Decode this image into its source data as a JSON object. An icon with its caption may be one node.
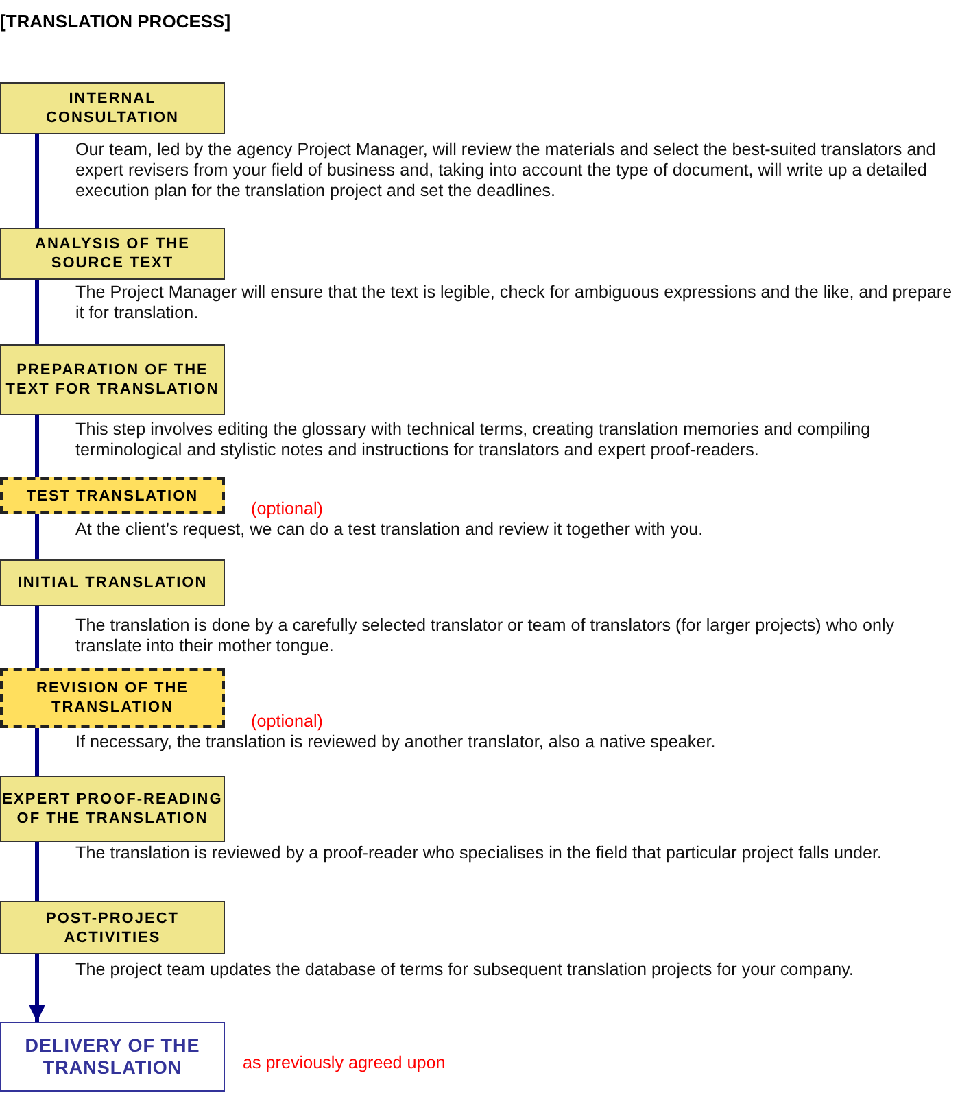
{
  "diagram": {
    "title": "[TRANSLATION PROCESS]",
    "nodes": [
      {
        "text": [
          "INTERNAL CONSULTATION"
        ],
        "beside": [
          "Our team, led by the agency Project Manager, will review the materials and select the best-suited translators and expert revisers from your field of business and, taking into account the type of document, will write up a detailed execution plan for the translation project and set the deadlines."
        ]
      },
      {
        "text": [
          "ANALYSIS OF THE SOURCE TEXT"
        ],
        "beside": [
          "The Project Manager will ensure that the text is legible, check for ambiguous expressions and the like, and prepare it for translation."
        ]
      },
      {
        "text": [
          "PREPARATION OF THE TEXT FOR TRANSLATION"
        ],
        "beside": [
          "This step involves editing the glossary with technical terms, creating translation memories and compiling terminological and stylistic notes and instructions for translators and expert proof-readers."
        ]
      },
      {
        "text": [
          "TEST TRANSLATION"
        ],
        "beside": [
          "(optional)",
          "At the client’s request, we can do a test translation and review it together with you."
        ]
      },
      {
        "text": [
          "INITIAL TRANSLATION"
        ],
        "beside": [
          "The translation is done by a carefully selected translator or team of translators (for larger projects) who only translate into their mother tongue."
        ]
      },
      {
        "text": [
          "REVISION OF THE TRANSLATION"
        ],
        "beside": [
          "(optional)",
          "If necessary, the translation is reviewed by another translator, also a native speaker."
        ]
      },
      {
        "text": [
          "EXPERT PROOF-READING OF THE TRANSLATION"
        ],
        "beside": [
          "The translation is reviewed by a proof-reader who specialises in the field that particular project falls under."
        ]
      },
      {
        "text": [
          "POST-PROJECT ACTIVITIES"
        ],
        "beside": [
          "The project team updates the database of terms for subsequent translation projects for your company."
        ]
      },
      {
        "text": [
          "DELIVERY OF THE TRANSLATION"
        ],
        "beside": [
          "as previously agreed upon"
        ]
      }
    ],
    "edges": [
      {
        "from": 0,
        "to": 1,
        "arrow": "none"
      },
      {
        "from": 1,
        "to": 2,
        "arrow": "none"
      },
      {
        "from": 2,
        "to": 3,
        "arrow": "none"
      },
      {
        "from": 3,
        "to": 4,
        "arrow": "none"
      },
      {
        "from": 4,
        "to": 5,
        "arrow": "none"
      },
      {
        "from": 5,
        "to": 6,
        "arrow": "none"
      },
      {
        "from": 6,
        "to": 7,
        "arrow": "none"
      },
      {
        "from": 7,
        "to": 8,
        "arrow": "to"
      }
    ]
  }
}
